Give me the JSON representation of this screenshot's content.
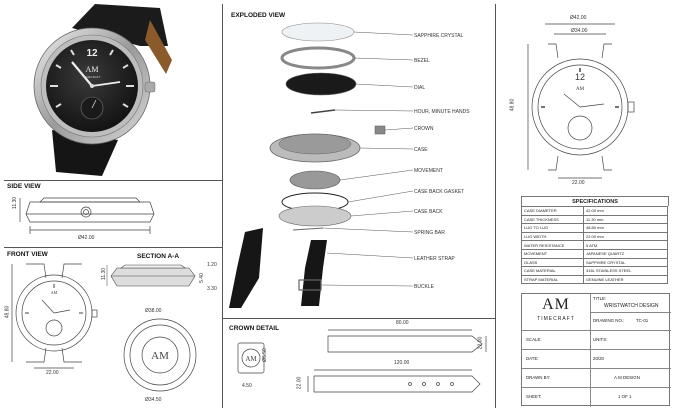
{
  "sections": {
    "exploded_view": "EXPLODED VIEW",
    "side_view": "SIDE VIEW",
    "front_view": "FRONT VIEW",
    "section_aa": "SECTION A-A",
    "crown_detail": "CROWN DETAIL"
  },
  "watch": {
    "brand_monogram": "AM",
    "brand_name": "TIMECRAFT",
    "numeral_12": "12"
  },
  "exploded_labels": [
    "SAPPHIRE CRYSTAL",
    "BEZEL",
    "DIAL",
    "HOUR, MINUTE HANDS",
    "CROWN",
    "CASE",
    "MOVEMENT",
    "CASE BACK GASKET",
    "CASE BACK",
    "SPRING BAR",
    "LEATHER STRAP",
    "BUCKLE"
  ],
  "dims": {
    "top_42": "Ø42.00",
    "top_34": "Ø34.00",
    "top_48": "48.80",
    "top_22": "22.00",
    "side_h": "11.30",
    "side_w": "Ø42.00",
    "front_h": "48.80",
    "front_w": "22.00",
    "sec_h": "11.30",
    "sec_120": "1.20",
    "sec_540": "5.40",
    "sec_330": "3.30",
    "back_38": "Ø38.00",
    "back_34": "Ø34.50",
    "crown_h": "Ø5.50",
    "crown_w": "4.50",
    "strap_80": "80.00",
    "strap_22a": "22.00",
    "strap_120": "120.00",
    "strap_22b": "22.00"
  },
  "specs": {
    "title": "SPECIFICATIONS",
    "rows": [
      [
        "CASE DIAMETER",
        "42.00 mm"
      ],
      [
        "CASE THICKNESS",
        "11.30 mm"
      ],
      [
        "LUG TO LUG",
        "48.80 mm"
      ],
      [
        "LUG WIDTH",
        "22.00 mm"
      ],
      [
        "WATER RESISTANCE",
        "5 ATM"
      ],
      [
        "MOVEMENT",
        "JAPANESE QUARTZ"
      ],
      [
        "GLASS",
        "SAPPHIRE CRYSTAL"
      ],
      [
        "CASE MATERIAL",
        "316L STAINLESS STEEL"
      ],
      [
        "STRAP MATERIAL",
        "GENUINE LEATHER"
      ]
    ]
  },
  "title_block": {
    "logo_mark": "AM",
    "logo_text": "TIMECRAFT",
    "title_label": "TITLE:",
    "title_value": "WRISTWATCH DESIGN",
    "drawing_label": "DRAWING NO.:",
    "drawing_value": "TC-01",
    "scale_label": "SCALE:",
    "units_label": "UNITS:",
    "date_label": "DATE:",
    "date_value": "20/20",
    "drawn_label": "DRAWN BY:",
    "drawn_value": "A.M DESIGN",
    "sheet_label": "SHEET:",
    "sheet_value": "1 OF 1"
  }
}
